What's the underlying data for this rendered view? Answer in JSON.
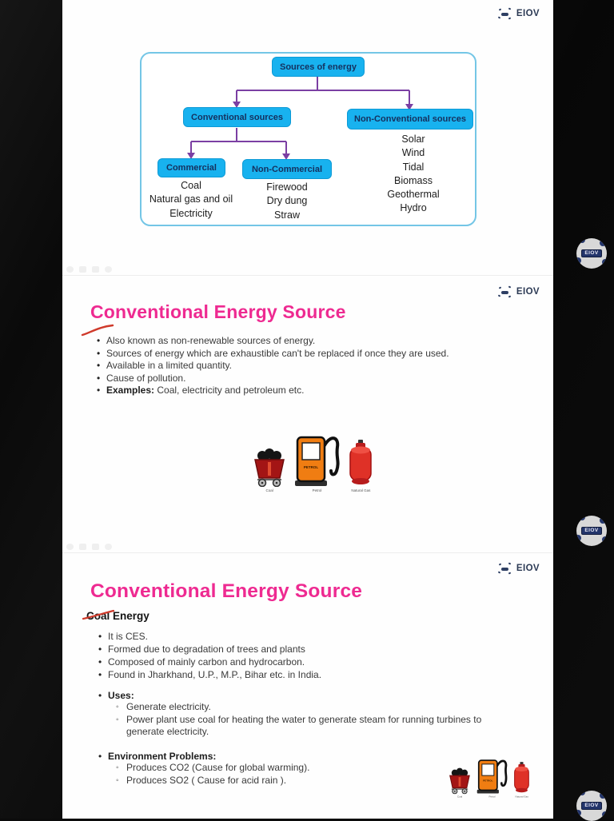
{
  "brand": {
    "name": "EIOV"
  },
  "colors": {
    "accent_pink": "#ee2a91",
    "flow_box_cyan": "#18b2ef",
    "flow_border": "#74c6e6",
    "arrow_purple": "#7b3fa3",
    "brand_navy": "#2b3954",
    "pen_red": "#cf3a2b"
  },
  "page1": {
    "flowchart": {
      "root": "Sources of energy",
      "conventional": "Conventional sources",
      "non_conventional": "Non-Conventional sources",
      "commercial": "Commercial",
      "non_commercial": "Non-Commercial",
      "commercial_items": [
        "Coal",
        "Natural gas and oil",
        "Electricity"
      ],
      "non_commercial_items": [
        "Firewood",
        "Dry dung",
        "Straw"
      ],
      "non_conventional_items": [
        "Solar",
        "Wind",
        "Tidal",
        "Biomass",
        "Geothermal",
        "Hydro"
      ]
    }
  },
  "page2": {
    "title": "Conventional Energy Source",
    "bullets": [
      "Also known as non-renewable sources of energy.",
      "Sources of energy which are exhaustible can't be replaced if once they are used.",
      "Available in a limited quantity.",
      "Cause of pollution."
    ],
    "examples_label": "Examples:",
    "examples_text": " Coal, electricity and petroleum etc."
  },
  "page3": {
    "title": "Conventional Energy Source",
    "subtitle": "Coal Energy",
    "bullets": [
      "It is CES.",
      "Formed due to degradation of trees and plants",
      "Composed of mainly carbon and hydrocarbon.",
      "Found in Jharkhand, U.P., M.P., Bihar etc. in India."
    ],
    "uses_label": "Uses:",
    "uses_items": [
      "Generate electricity.",
      "Power plant use coal for heating the water to generate steam for running turbines to generate electricity."
    ],
    "env_label": "Environment Problems:",
    "env_items": [
      "Produces CO2 (Cause for global warming).",
      "Produces SO2 ( Cause for acid rain )."
    ]
  },
  "trio": {
    "coal_caption": "Coal",
    "petrol_caption": "Petrol",
    "gas_caption": "Natural Gas",
    "pump_text": "PETROL"
  },
  "badge": {
    "label": "EIOV"
  }
}
